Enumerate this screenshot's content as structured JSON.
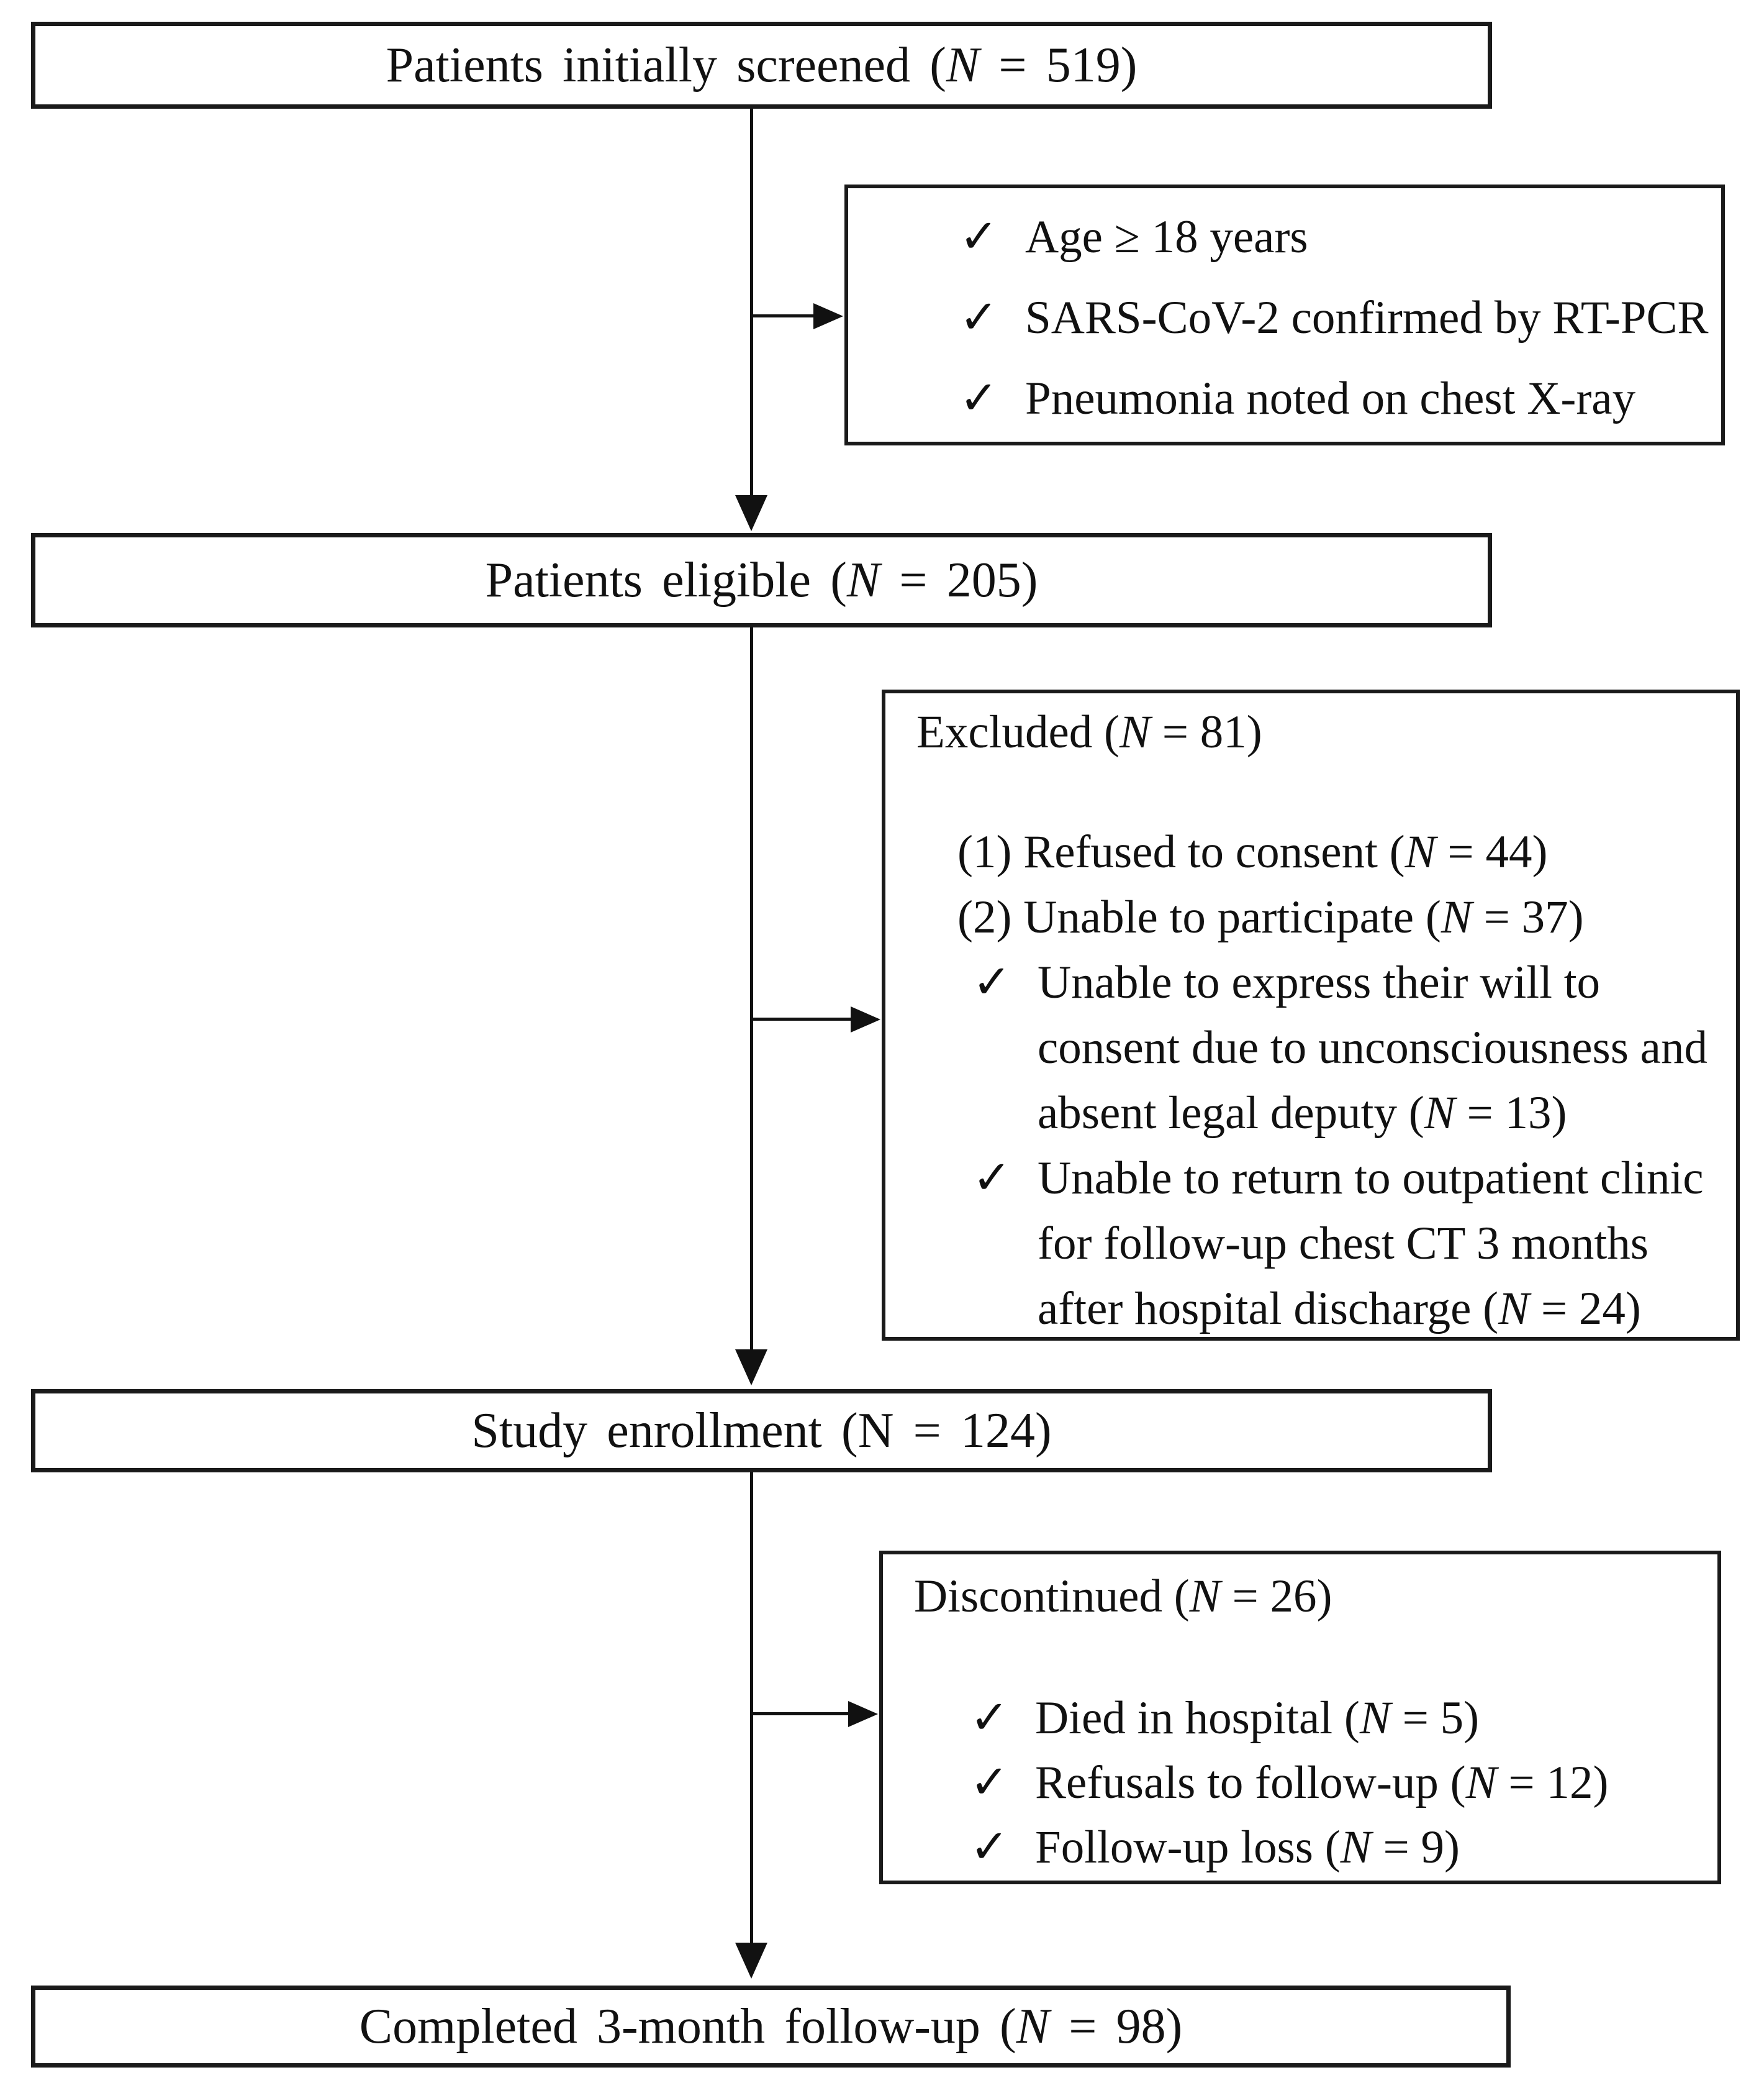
{
  "ui": {
    "check": "✓"
  },
  "colors": {
    "ink": "#111111",
    "background": "#ffffff"
  },
  "boxes": {
    "screened": {
      "b": "Patients initially screened (",
      "n": "N",
      "a": " = 519)"
    },
    "eligible": {
      "b": "Patients eligible (",
      "n": "N",
      "a": " = 205)"
    },
    "enrollment": {
      "b": "Study enrollment (",
      "n": "N",
      "a": " = 124)"
    },
    "completed": {
      "b": "Completed 3-month follow-up (",
      "n": "N",
      "a": " = 98)"
    }
  },
  "criteria": {
    "items": [
      {
        "b": "Age ≥ 18 years"
      },
      {
        "b": "SARS-CoV-2 confirmed by RT-PCR"
      },
      {
        "b": "Pneumonia noted on chest X-ray"
      }
    ]
  },
  "excluded": {
    "title": {
      "b": "Excluded (",
      "n": "N",
      "a": " = 81)"
    },
    "numbered": [
      {
        "b": "(1) Refused to consent (",
        "n": "N",
        "a": " = 44)"
      },
      {
        "b": "(2) Unable to participate (",
        "n": "N",
        "a": " = 37)"
      }
    ],
    "checks": [
      {
        "lines": [
          {
            "b": "Unable to express their will to"
          },
          {
            "b": "consent due to unconsciousness and"
          },
          {
            "b": "absent legal deputy (",
            "n": "N",
            "a": " = 13)"
          }
        ]
      },
      {
        "lines": [
          {
            "b": "Unable to return to outpatient clinic"
          },
          {
            "b": "for follow-up chest CT 3 months"
          },
          {
            "b": "after hospital discharge (",
            "n": "N",
            "a": " = 24)"
          }
        ]
      }
    ]
  },
  "discontinued": {
    "title": {
      "b": "Discontinued (",
      "n": "N",
      "a": " = 26)"
    },
    "checks": [
      {
        "b": "Died in hospital (",
        "n": "N",
        "a": " = 5)"
      },
      {
        "b": "Refusals to follow-up (",
        "n": "N",
        "a": " = 12)"
      },
      {
        "b": "Follow-up loss (",
        "n": "N",
        "a": " = 9)"
      }
    ]
  }
}
